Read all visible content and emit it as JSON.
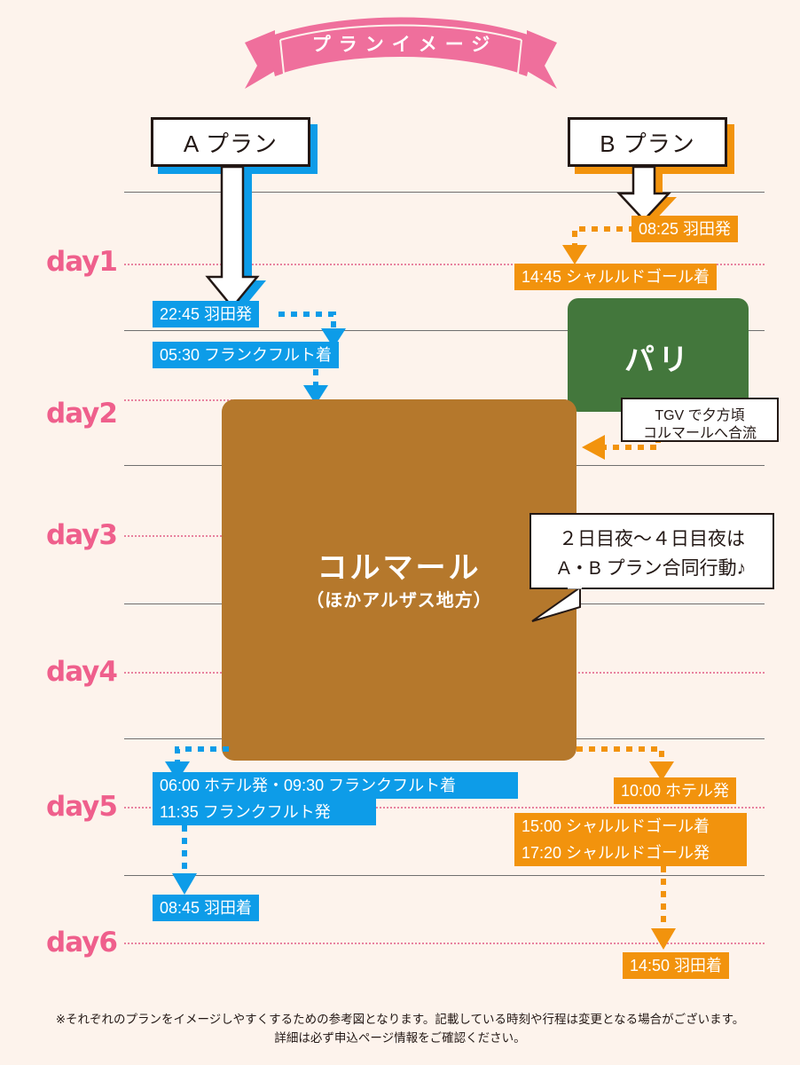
{
  "banner": {
    "title": "プランイメージ",
    "color": "#ef6f9c"
  },
  "colors": {
    "background": "#fdf3ec",
    "plan_a": "#0d9ce8",
    "plan_b": "#f2930d",
    "paris": "#43773c",
    "colmar": "#b5782c",
    "day_label": "#ef5f8c",
    "rule": "#6f6f6f"
  },
  "plans": {
    "a": {
      "label": "A プラン",
      "accent": "#0d9ce8"
    },
    "b": {
      "label": "B プラン",
      "accent": "#f2930d"
    }
  },
  "days": [
    {
      "id": "day1",
      "label": "day1"
    },
    {
      "id": "day2",
      "label": "day2"
    },
    {
      "id": "day3",
      "label": "day3"
    },
    {
      "id": "day4",
      "label": "day4"
    },
    {
      "id": "day5",
      "label": "day5"
    },
    {
      "id": "day6",
      "label": "day6"
    }
  ],
  "plan_a_events": [
    {
      "id": "a1",
      "text": "22:45 羽田発"
    },
    {
      "id": "a2",
      "text": "05:30 フランクフルト着"
    },
    {
      "id": "a3",
      "text": "06:00 ホテル発・09:30 フランクフルト着"
    },
    {
      "id": "a4",
      "text": "11:35 フランクフルト発"
    },
    {
      "id": "a5",
      "text": "08:45 羽田着"
    }
  ],
  "plan_b_events": [
    {
      "id": "b1",
      "text": "08:25 羽田発"
    },
    {
      "id": "b2",
      "text": "14:45 シャルルドゴール着"
    },
    {
      "id": "b3",
      "text": "10:00 ホテル発"
    },
    {
      "id": "b4",
      "text": "15:00 シャルルドゴール着"
    },
    {
      "id": "b5",
      "text": "17:20 シャルルドゴール発"
    },
    {
      "id": "b6",
      "text": "14:50 羽田着"
    }
  ],
  "places": {
    "paris": {
      "label": "パリ"
    },
    "colmar": {
      "label": "コルマール",
      "sublabel": "（ほかアルザス地方）"
    }
  },
  "callouts": {
    "tgv": {
      "line1": "TGV で夕方頃",
      "line2": "コルマールへ合流"
    },
    "join": {
      "line1": "２日目夜～４日目夜は",
      "line2": "A・B プラン合同行動♪"
    }
  },
  "footer": {
    "line1": "※それぞれのプランをイメージしやすくするための参考図となります。記載している時刻や行程は変更となる場合がございます。",
    "line2": "詳細は必ず申込ページ情報をご確認ください。"
  }
}
